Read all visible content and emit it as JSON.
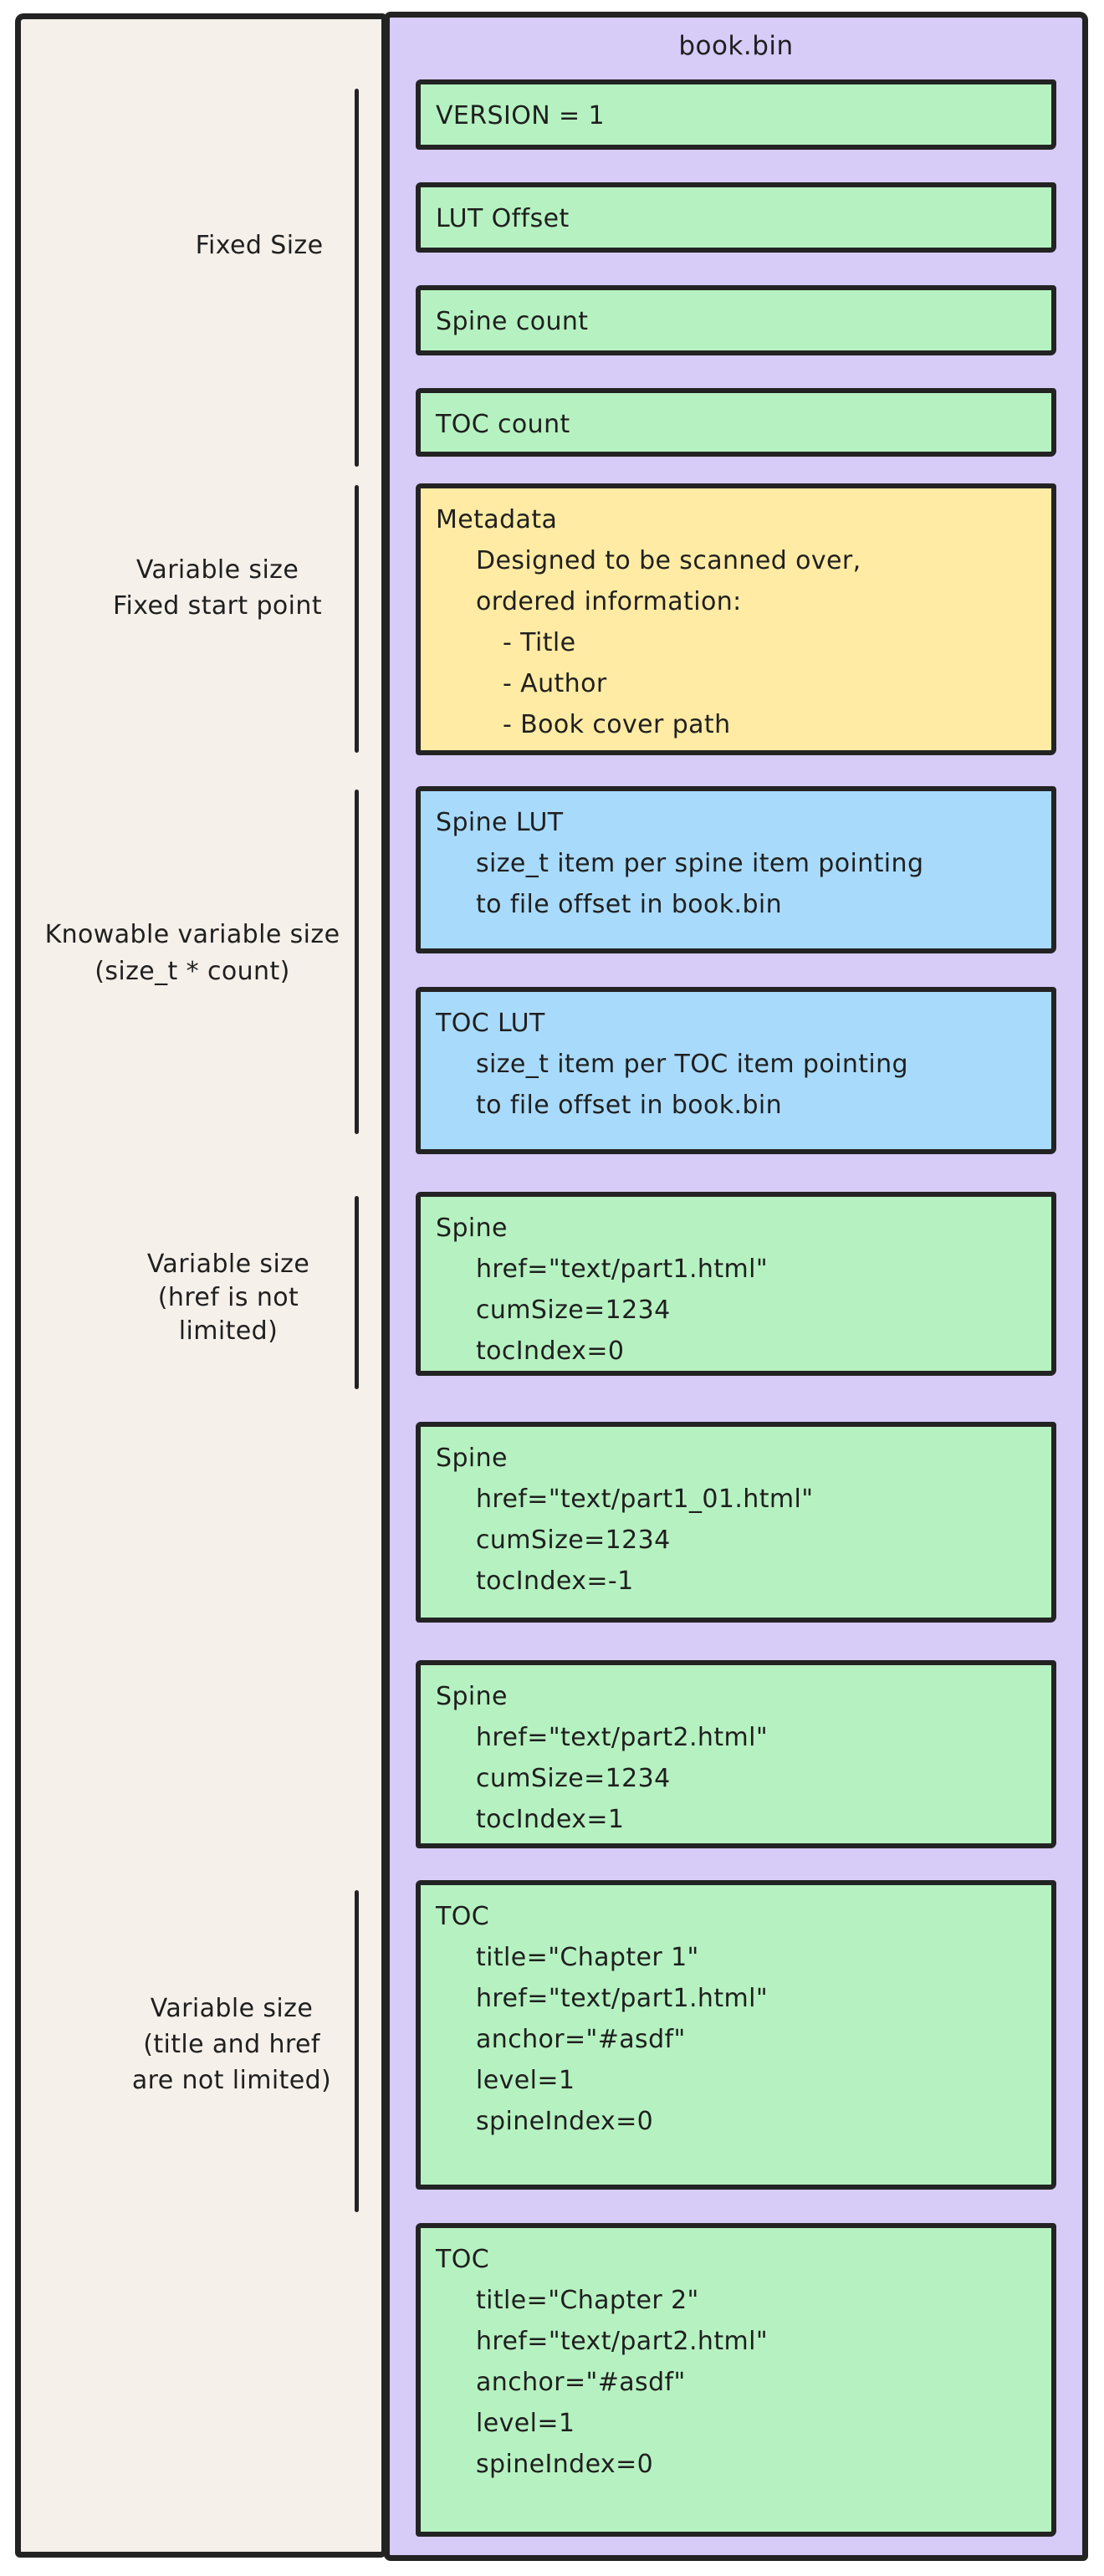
{
  "file_panel": {
    "title": "book.bin",
    "boxes": [
      {
        "id": "version",
        "color": "green",
        "lines": [
          {
            "indent": 0,
            "text": "VERSION = 1"
          }
        ]
      },
      {
        "id": "lut_offset",
        "color": "green",
        "lines": [
          {
            "indent": 0,
            "text": "LUT Offset"
          }
        ]
      },
      {
        "id": "spine_count",
        "color": "green",
        "lines": [
          {
            "indent": 0,
            "text": "Spine count"
          }
        ]
      },
      {
        "id": "toc_count",
        "color": "green",
        "lines": [
          {
            "indent": 0,
            "text": "TOC count"
          }
        ]
      },
      {
        "id": "metadata",
        "color": "yellow",
        "lines": [
          {
            "indent": 0,
            "text": "Metadata"
          },
          {
            "indent": 1,
            "text": "Designed to be scanned over,"
          },
          {
            "indent": 1,
            "text": "ordered information:"
          },
          {
            "indent": 2,
            "text": "- Title"
          },
          {
            "indent": 2,
            "text": "- Author"
          },
          {
            "indent": 2,
            "text": "- Book cover path"
          }
        ]
      },
      {
        "id": "spine_lut",
        "color": "blue",
        "lines": [
          {
            "indent": 0,
            "text": "Spine LUT"
          },
          {
            "indent": 1,
            "text": "size_t item per spine item pointing"
          },
          {
            "indent": 1,
            "text": "to file offset in book.bin"
          }
        ]
      },
      {
        "id": "toc_lut",
        "color": "blue",
        "lines": [
          {
            "indent": 0,
            "text": "TOC LUT"
          },
          {
            "indent": 1,
            "text": "size_t item per TOC item pointing"
          },
          {
            "indent": 1,
            "text": "to file offset in book.bin"
          }
        ]
      },
      {
        "id": "spine_1",
        "color": "green",
        "lines": [
          {
            "indent": 0,
            "text": "Spine"
          },
          {
            "indent": 1,
            "text": "href=\"text/part1.html\""
          },
          {
            "indent": 1,
            "text": "cumSize=1234"
          },
          {
            "indent": 1,
            "text": "tocIndex=0"
          }
        ]
      },
      {
        "id": "spine_2",
        "color": "green",
        "lines": [
          {
            "indent": 0,
            "text": "Spine"
          },
          {
            "indent": 1,
            "text": "href=\"text/part1_01.html\""
          },
          {
            "indent": 1,
            "text": "cumSize=1234"
          },
          {
            "indent": 1,
            "text": "tocIndex=-1"
          }
        ]
      },
      {
        "id": "spine_3",
        "color": "green",
        "lines": [
          {
            "indent": 0,
            "text": "Spine"
          },
          {
            "indent": 1,
            "text": "href=\"text/part2.html\""
          },
          {
            "indent": 1,
            "text": "cumSize=1234"
          },
          {
            "indent": 1,
            "text": "tocIndex=1"
          }
        ]
      },
      {
        "id": "toc_1",
        "color": "green",
        "lines": [
          {
            "indent": 0,
            "text": "TOC"
          },
          {
            "indent": 1,
            "text": "title=\"Chapter 1\""
          },
          {
            "indent": 1,
            "text": "href=\"text/part1.html\""
          },
          {
            "indent": 1,
            "text": "anchor=\"#asdf\""
          },
          {
            "indent": 1,
            "text": "level=1"
          },
          {
            "indent": 1,
            "text": "spineIndex=0"
          }
        ]
      },
      {
        "id": "toc_2",
        "color": "green",
        "lines": [
          {
            "indent": 0,
            "text": "TOC"
          },
          {
            "indent": 1,
            "text": "title=\"Chapter 2\""
          },
          {
            "indent": 1,
            "text": "href=\"text/part2.html\""
          },
          {
            "indent": 1,
            "text": "anchor=\"#asdf\""
          },
          {
            "indent": 1,
            "text": "level=1"
          },
          {
            "indent": 1,
            "text": "spineIndex=0"
          }
        ]
      }
    ]
  },
  "annotations": {
    "labels": [
      {
        "id": "fixed_size",
        "lines": [
          "Fixed Size"
        ]
      },
      {
        "id": "variable_fixed_start",
        "lines": [
          "Variable size",
          "Fixed start point"
        ]
      },
      {
        "id": "knowable_variable",
        "lines": [
          "Knowable variable size",
          "(size_t * count)"
        ]
      },
      {
        "id": "variable_href",
        "lines": [
          "Variable size",
          "(href is not",
          "limited)"
        ]
      },
      {
        "id": "variable_title_href",
        "lines": [
          "Variable size",
          "(title and href",
          "are not limited)"
        ]
      }
    ]
  },
  "colors": {
    "canvas": "#ffffff",
    "panel_bg": "#f5f0ea",
    "file_bg": "#d7cbf7",
    "stroke": "#232323",
    "text": "#1f1f1f",
    "green": "#b6f2c1",
    "blue": "#a8dafb",
    "yellow": "#ffeba3"
  }
}
